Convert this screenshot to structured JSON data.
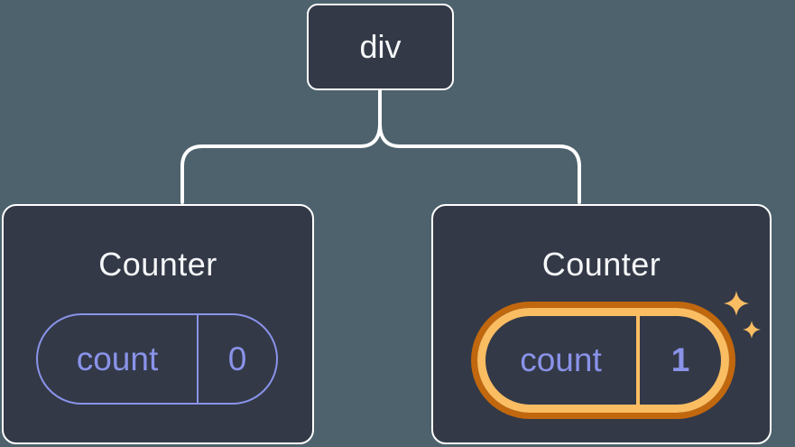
{
  "diagram": {
    "root": {
      "label": "div"
    },
    "children": [
      {
        "title": "Counter",
        "state": {
          "key": "count",
          "value": "0"
        },
        "highlighted": false
      },
      {
        "title": "Counter",
        "state": {
          "key": "count",
          "value": "1"
        },
        "highlighted": true
      }
    ]
  },
  "icons": {
    "highlight_badge": "sparkles-icon"
  },
  "colors": {
    "background": "#4D626C",
    "card": "#333947",
    "line": "#FFFFFF",
    "state_purple": "#8A93E9",
    "highlight_orange_dark": "#C1670E",
    "highlight_orange_light": "#FABD62",
    "text": "#F6F7F9"
  }
}
